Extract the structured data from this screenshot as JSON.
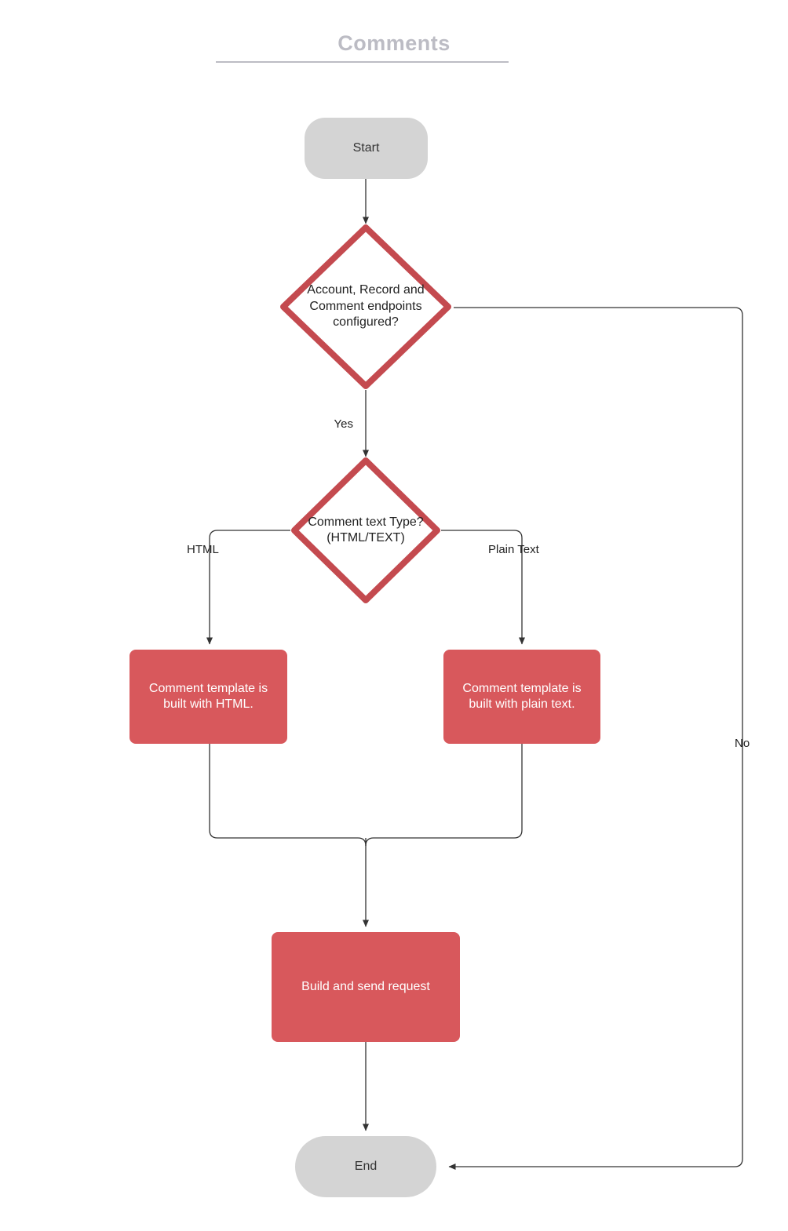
{
  "diagram": {
    "title": "Comments",
    "type": "flowchart",
    "colors": {
      "title_gray": "#bcbcc4",
      "terminator_fill": "#d4d4d4",
      "process_fill": "#d8585c",
      "decision_stroke": "#c44a4f",
      "edge_stroke": "#333333",
      "text_dark": "#222222",
      "text_light": "#ffffff",
      "background": "#ffffff"
    },
    "nodes": [
      {
        "id": "start",
        "shape": "terminator",
        "label": "Start"
      },
      {
        "id": "decision1",
        "shape": "diamond",
        "label": "Account, Record and\nComment endpoints\nconfigured?"
      },
      {
        "id": "decision2",
        "shape": "diamond",
        "label": "Comment text Type?\n(HTML/TEXT)"
      },
      {
        "id": "html_box",
        "shape": "process",
        "label": "Comment  template is\nbuilt with HTML."
      },
      {
        "id": "plain_box",
        "shape": "process",
        "label": "Comment  template is\nbuilt with plain text."
      },
      {
        "id": "build_box",
        "shape": "process",
        "label": "Build and send request"
      },
      {
        "id": "end",
        "shape": "terminator",
        "label": "End"
      }
    ],
    "edge_labels": {
      "yes": "Yes",
      "no": "No",
      "html": "HTML",
      "plain_text": "Plain Text"
    }
  }
}
